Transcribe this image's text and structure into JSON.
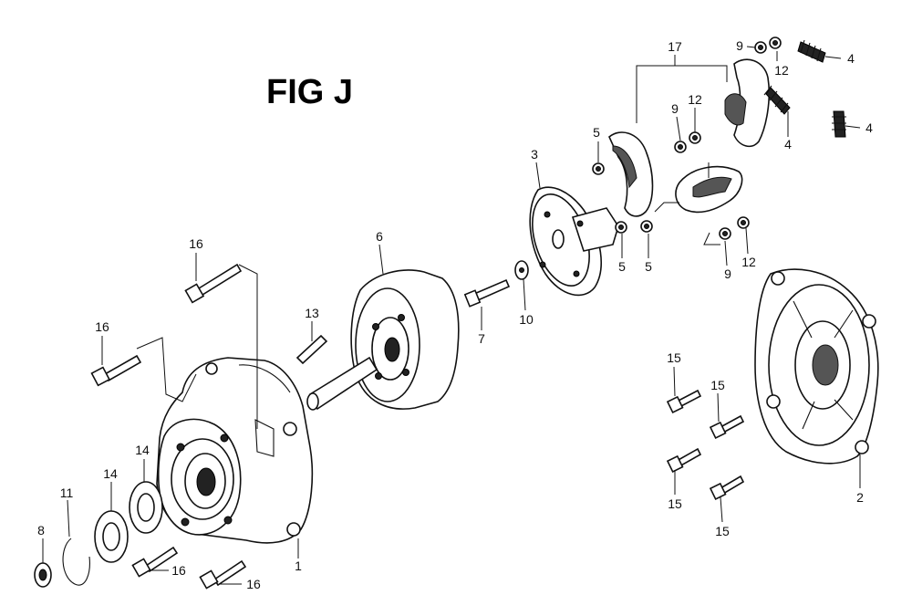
{
  "figure": {
    "title": "FIG J"
  },
  "callouts": [
    {
      "id": "c-1",
      "text": "1"
    },
    {
      "id": "c-2",
      "text": "2"
    },
    {
      "id": "c-3",
      "text": "3"
    },
    {
      "id": "c-4a",
      "text": "4"
    },
    {
      "id": "c-4b",
      "text": "4"
    },
    {
      "id": "c-4c",
      "text": "4"
    },
    {
      "id": "c-5a",
      "text": "5"
    },
    {
      "id": "c-5b",
      "text": "5"
    },
    {
      "id": "c-5c",
      "text": "5"
    },
    {
      "id": "c-6",
      "text": "6"
    },
    {
      "id": "c-7",
      "text": "7"
    },
    {
      "id": "c-8",
      "text": "8"
    },
    {
      "id": "c-9a",
      "text": "9"
    },
    {
      "id": "c-9b",
      "text": "9"
    },
    {
      "id": "c-9c",
      "text": "9"
    },
    {
      "id": "c-10",
      "text": "10"
    },
    {
      "id": "c-11",
      "text": "11"
    },
    {
      "id": "c-12a",
      "text": "12"
    },
    {
      "id": "c-12b",
      "text": "12"
    },
    {
      "id": "c-12c",
      "text": "12"
    },
    {
      "id": "c-13",
      "text": "13"
    },
    {
      "id": "c-14a",
      "text": "14"
    },
    {
      "id": "c-14b",
      "text": "14"
    },
    {
      "id": "c-15a",
      "text": "15"
    },
    {
      "id": "c-15b",
      "text": "15"
    },
    {
      "id": "c-15c",
      "text": "15"
    },
    {
      "id": "c-15d",
      "text": "15"
    },
    {
      "id": "c-16a",
      "text": "16"
    },
    {
      "id": "c-16b",
      "text": "16"
    },
    {
      "id": "c-16c",
      "text": "16"
    },
    {
      "id": "c-16d",
      "text": "16"
    },
    {
      "id": "c-17",
      "text": "17"
    }
  ]
}
